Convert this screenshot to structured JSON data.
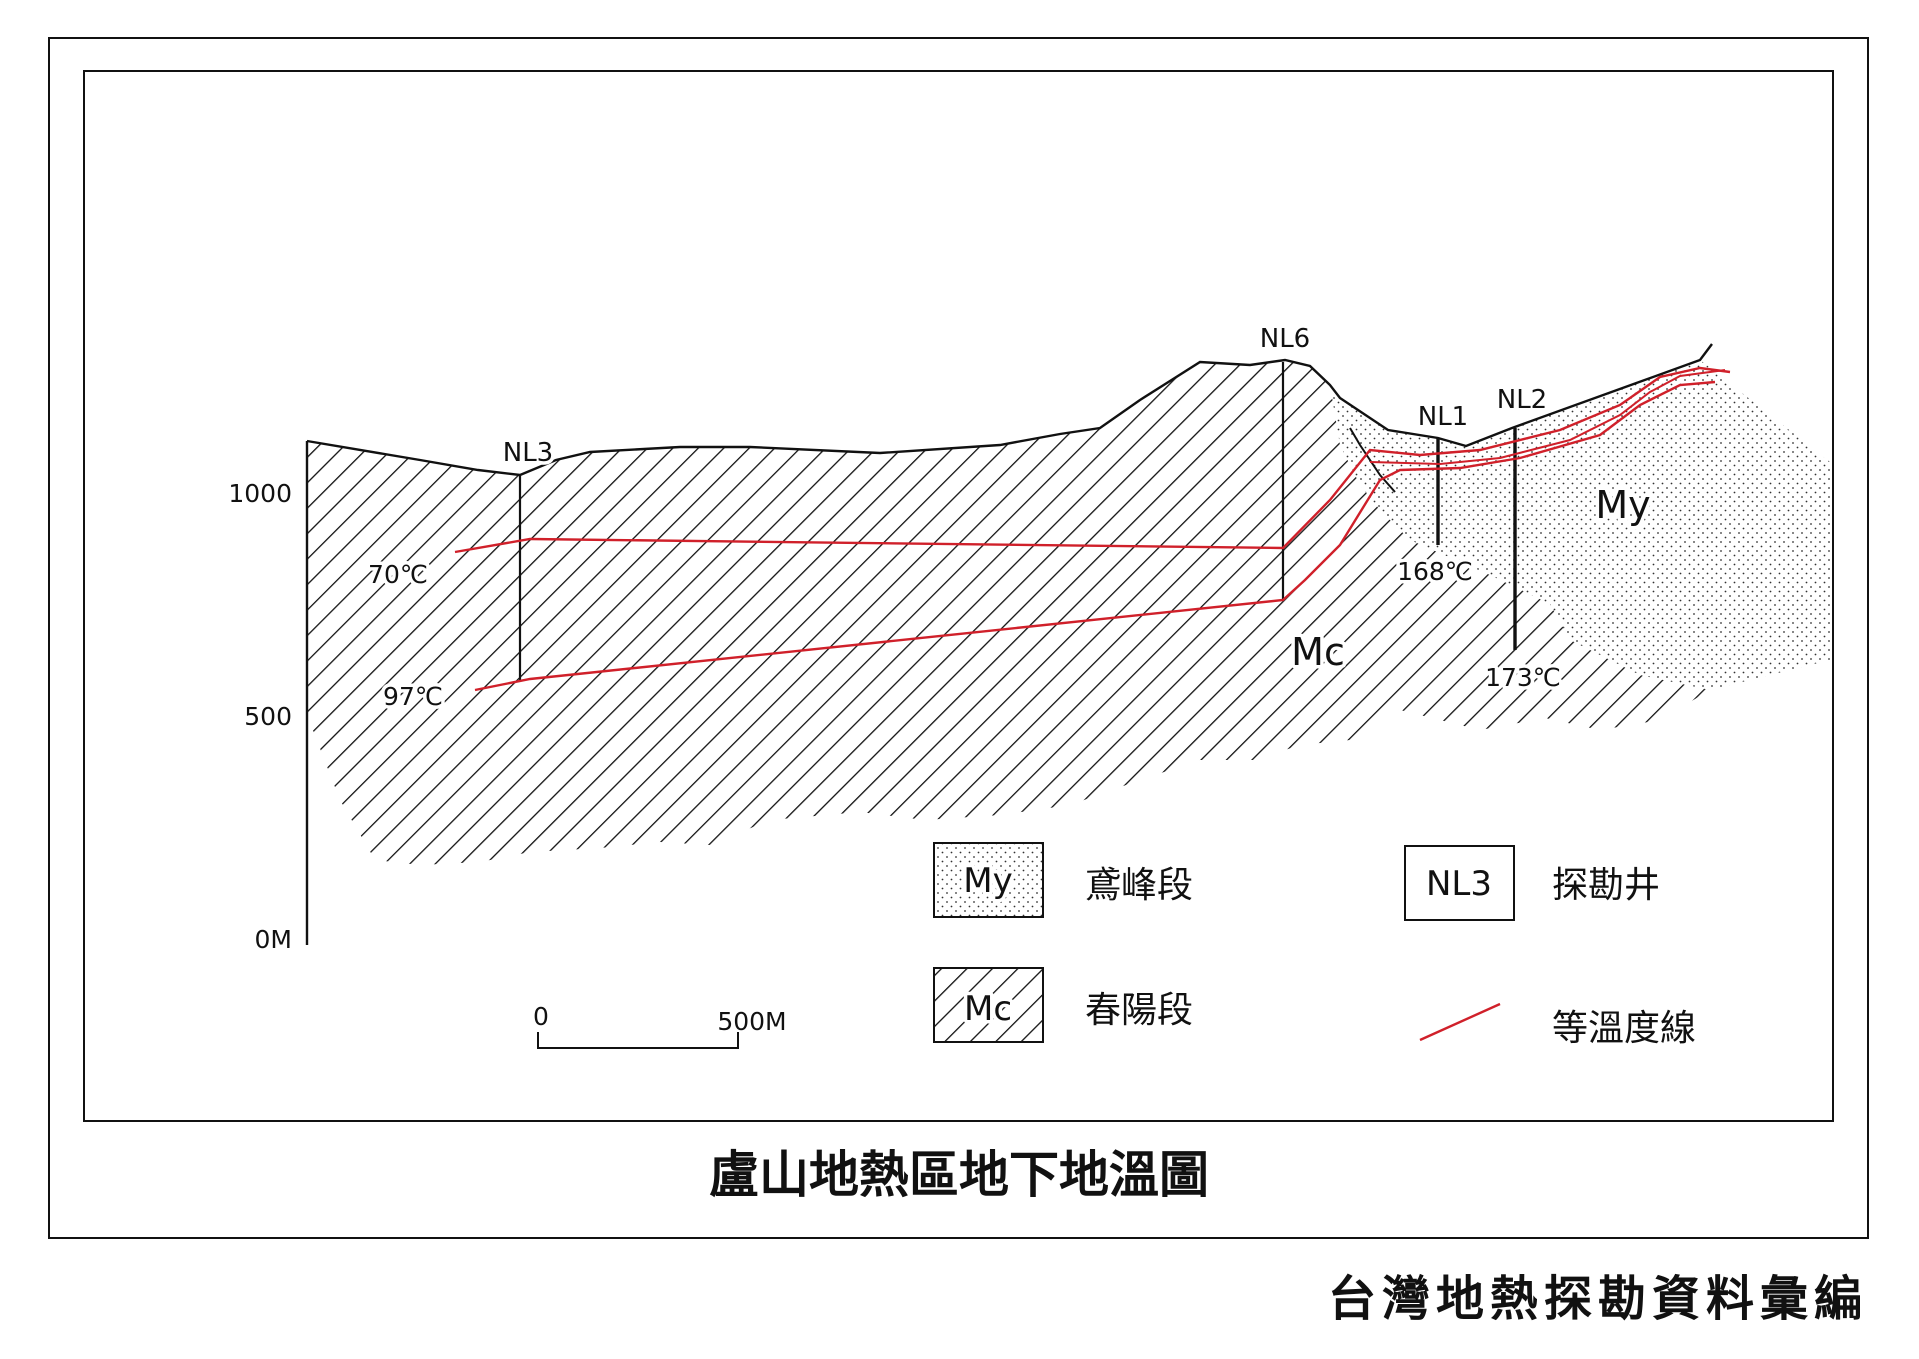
{
  "title": "盧山地熱區地下地溫圖",
  "footer": "台灣地熱探勘資料彙編",
  "wells": [
    {
      "name": "NL3"
    },
    {
      "name": "NL6"
    },
    {
      "name": "NL1"
    },
    {
      "name": "NL2"
    }
  ],
  "y_axis": {
    "ticks": [
      "1000",
      "500",
      "0M"
    ]
  },
  "isotherms": [
    {
      "label": "70℃"
    },
    {
      "label": "97℃"
    },
    {
      "label": "168℃"
    },
    {
      "label": "173℃"
    }
  ],
  "formations": [
    {
      "code": "My",
      "name": "鳶峰段"
    },
    {
      "code": "Mc",
      "name": "春陽段"
    }
  ],
  "legend": {
    "well_sample": "NL3",
    "well_label": "探勘井",
    "isotherm_label": "等溫度線"
  },
  "scale_bar": {
    "start": "0",
    "end": "500M"
  },
  "colors": {
    "isotherm": "#d0202a",
    "ink": "#111111"
  }
}
